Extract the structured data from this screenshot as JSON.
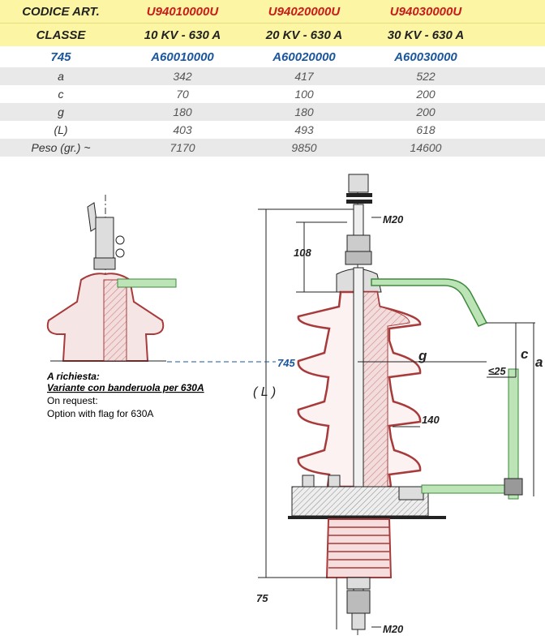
{
  "table": {
    "header1": {
      "label": "CODICE ART.",
      "cols": [
        "U94010000U",
        "U94020000U",
        "U94030000U"
      ]
    },
    "header2": {
      "label": "CLASSE",
      "cols": [
        "10 KV - 630 A",
        "20 KV - 630 A",
        "30 KV - 630 A"
      ]
    },
    "code_row": {
      "label": "745",
      "cols": [
        "A60010000",
        "A60020000",
        "A60030000"
      ]
    },
    "rows": [
      {
        "label": "a",
        "values": [
          "342",
          "417",
          "522"
        ]
      },
      {
        "label": "c",
        "values": [
          "70",
          "100",
          "200"
        ]
      },
      {
        "label": "g",
        "values": [
          "180",
          "180",
          "200"
        ]
      },
      {
        "label": "(L)",
        "values": [
          "403",
          "493",
          "618"
        ]
      },
      {
        "label": "Peso (gr.) ~",
        "values": [
          "7170",
          "9850",
          "14600"
        ]
      }
    ]
  },
  "notes": {
    "it_line1": "A richiesta:",
    "it_line2": "Variante con banderuola per 630A",
    "en_line1": "On request:",
    "en_line2": "Option with flag for 630A"
  },
  "dimensions": {
    "m20_top": "M20",
    "d108": "108",
    "d745": "745",
    "g": "g",
    "c": "c",
    "a": "a",
    "le25": "≤25",
    "L": "( L )",
    "d140": "140",
    "d75": "75",
    "m20_bottom": "M20"
  },
  "colors": {
    "insulator": "#a73a3a",
    "insulator_fill": "#f3dcdc",
    "flag": "#4aa84a",
    "header_bg": "#fbf5a4",
    "code_blue": "#1a56a0",
    "code_red": "#cc1a1a"
  }
}
